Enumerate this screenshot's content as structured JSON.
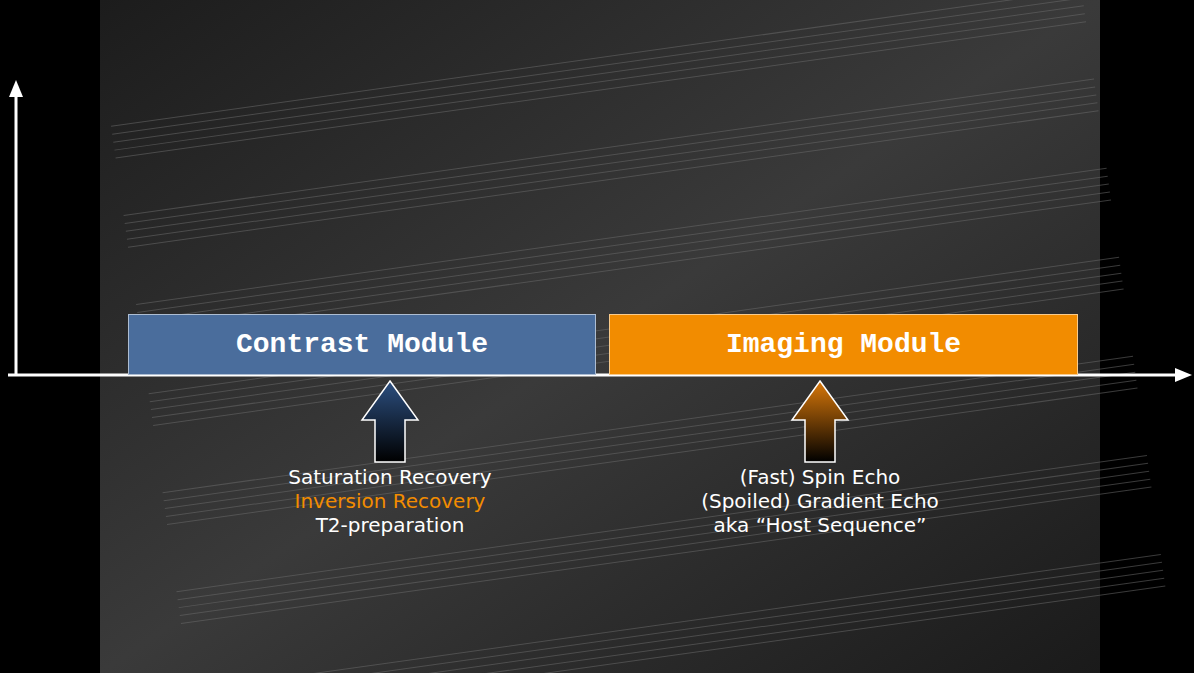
{
  "diagram": {
    "nodes": [
      {
        "text": [
          "Contrast Module"
        ]
      },
      {
        "text": [
          "Imaging Module"
        ]
      }
    ],
    "labels": [
      "Saturation Recovery",
      "Inversion Recovery",
      "T2-preparation",
      "(Fast) Spin Echo",
      "(Spoiled) Gradient Echo",
      "aka “Host Sequence”"
    ]
  }
}
